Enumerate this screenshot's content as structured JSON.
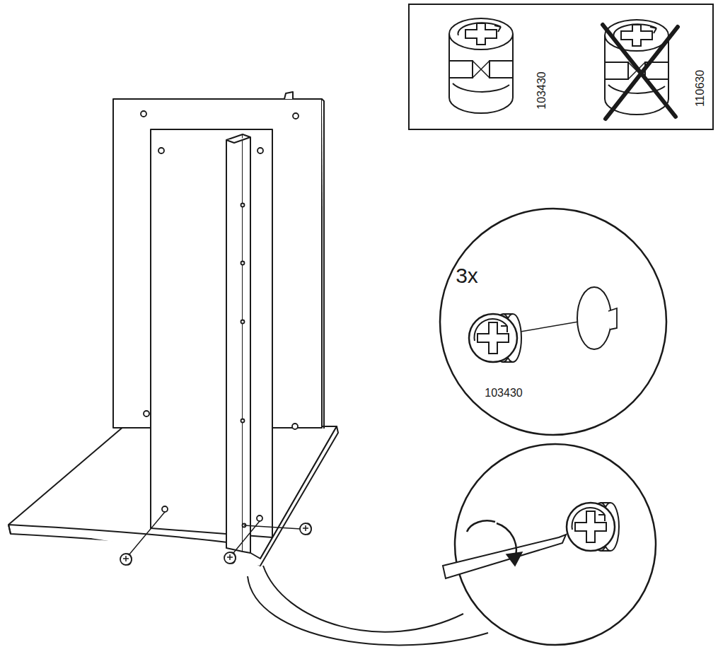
{
  "diagram": {
    "labels": [
      "103430",
      "110630",
      "3x",
      "103430"
    ]
  }
}
